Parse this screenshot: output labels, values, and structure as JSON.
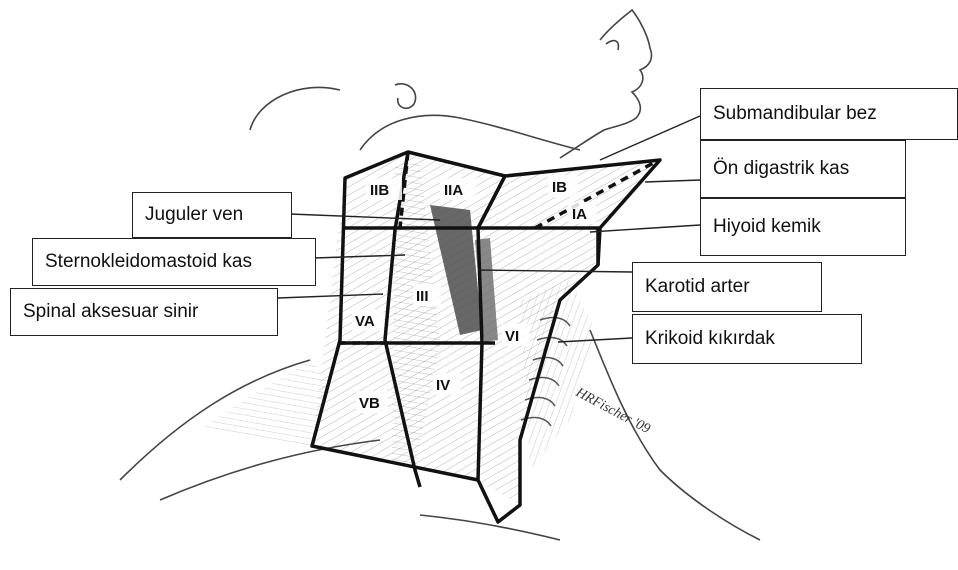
{
  "labels": {
    "submandibular": "Submandibular bez",
    "digastric": "Ön digastrik kas",
    "hyoid": "Hiyoid kemik",
    "jugular": "Juguler ven",
    "scm": "Sternokleidomastoid kas",
    "spinal": "Spinal aksesuar sinir",
    "carotid": "Karotid arter",
    "cricoid": "Krikoid kıkırdak"
  },
  "levels": {
    "IIB": "IIB",
    "IIA": "IIA",
    "IB": "IB",
    "IA": "IA",
    "III": "III",
    "VA": "VA",
    "VB": "VB",
    "IV": "IV",
    "VI": "VI"
  },
  "signature": "HRFischer '09",
  "colors": {
    "border": "#111111",
    "muscle": "#8a8a8a",
    "vessel": "#555555"
  }
}
